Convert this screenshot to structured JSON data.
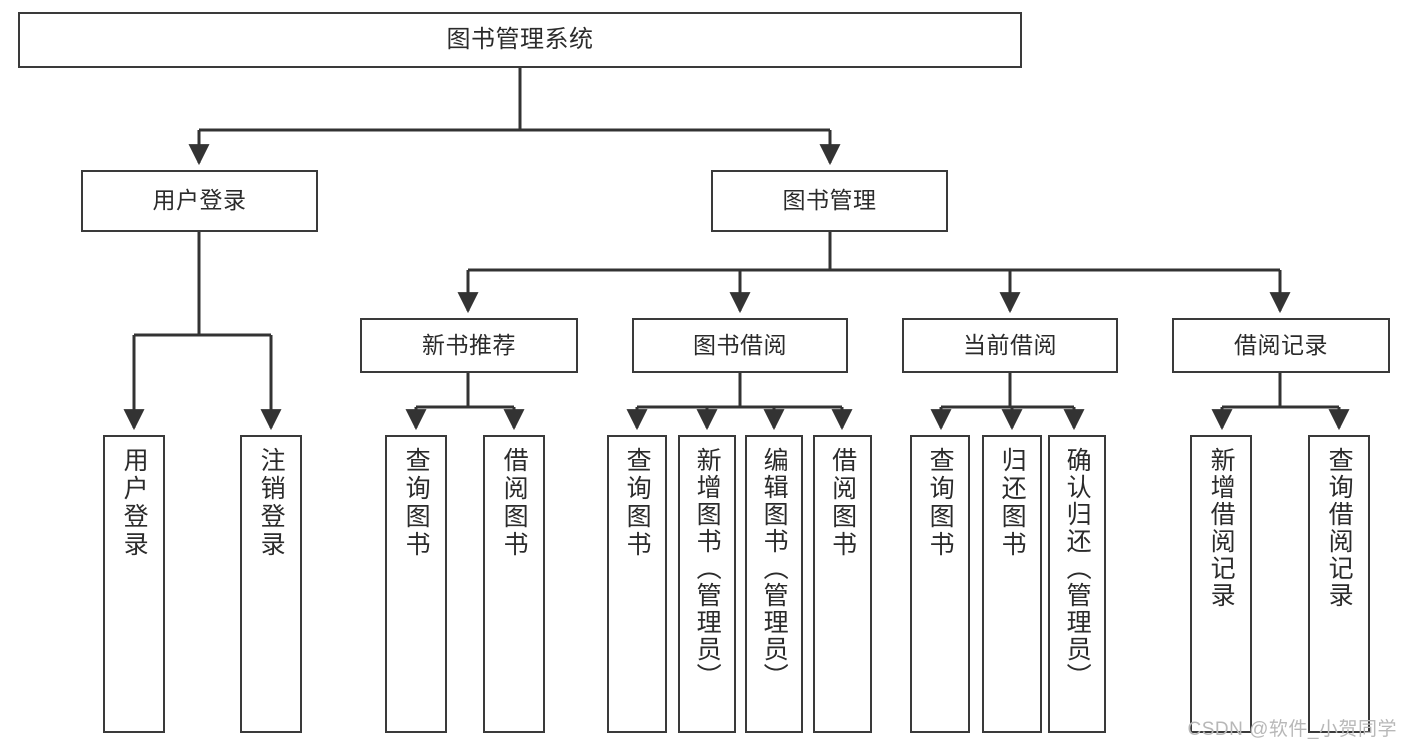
{
  "diagram": {
    "title": "图书管理系统",
    "type": "tree",
    "watermark": "CSDN @软件_小贺同学",
    "colors": {
      "box_border": "#3a3a3a",
      "box_fill": "#ffffff",
      "edge": "#333333",
      "text": "#2b2b2b",
      "watermark": "#b8b8b8"
    },
    "levels": [
      {
        "level": 1,
        "nodes": [
          {
            "id": "root",
            "label": "图书管理系统",
            "orientation": "horizontal"
          }
        ]
      },
      {
        "level": 2,
        "nodes": [
          {
            "id": "user-login",
            "label": "用户登录",
            "orientation": "horizontal",
            "parent": "root"
          },
          {
            "id": "book-manage",
            "label": "图书管理",
            "orientation": "horizontal",
            "parent": "root"
          }
        ]
      },
      {
        "level": 3,
        "nodes": [
          {
            "id": "new-book-recommend",
            "label": "新书推荐",
            "orientation": "horizontal",
            "parent": "book-manage"
          },
          {
            "id": "book-borrow",
            "label": "图书借阅",
            "orientation": "horizontal",
            "parent": "book-manage"
          },
          {
            "id": "current-borrow",
            "label": "当前借阅",
            "orientation": "horizontal",
            "parent": "book-manage"
          },
          {
            "id": "borrow-record",
            "label": "借阅记录",
            "orientation": "horizontal",
            "parent": "book-manage"
          }
        ]
      },
      {
        "level": 4,
        "nodes": [
          {
            "id": "leaf-user-login",
            "label": "用户登录",
            "orientation": "vertical",
            "parent": "user-login"
          },
          {
            "id": "leaf-user-logout",
            "label": "注销登录",
            "orientation": "vertical",
            "parent": "user-login"
          },
          {
            "id": "leaf-query-book-1",
            "label": "查询图书",
            "orientation": "vertical",
            "parent": "new-book-recommend"
          },
          {
            "id": "leaf-borrow-book-1",
            "label": "借阅图书",
            "orientation": "vertical",
            "parent": "new-book-recommend"
          },
          {
            "id": "leaf-query-book-2",
            "label": "查询图书",
            "orientation": "vertical",
            "parent": "book-borrow"
          },
          {
            "id": "leaf-add-book",
            "label": "新增图书（管理员）",
            "orientation": "vertical",
            "parent": "book-borrow"
          },
          {
            "id": "leaf-edit-book",
            "label": "编辑图书（管理员）",
            "orientation": "vertical",
            "parent": "book-borrow"
          },
          {
            "id": "leaf-borrow-book-2",
            "label": "借阅图书",
            "orientation": "vertical",
            "parent": "book-borrow"
          },
          {
            "id": "leaf-query-book-3",
            "label": "查询图书",
            "orientation": "vertical",
            "parent": "current-borrow"
          },
          {
            "id": "leaf-return-book",
            "label": "归还图书",
            "orientation": "vertical",
            "parent": "current-borrow"
          },
          {
            "id": "leaf-confirm-return",
            "label": "确认归还（管理员）",
            "orientation": "vertical",
            "parent": "current-borrow"
          },
          {
            "id": "leaf-add-record",
            "label": "新增借阅记录",
            "orientation": "vertical",
            "parent": "borrow-record"
          },
          {
            "id": "leaf-query-record",
            "label": "查询借阅记录",
            "orientation": "vertical",
            "parent": "borrow-record"
          }
        ]
      }
    ]
  }
}
